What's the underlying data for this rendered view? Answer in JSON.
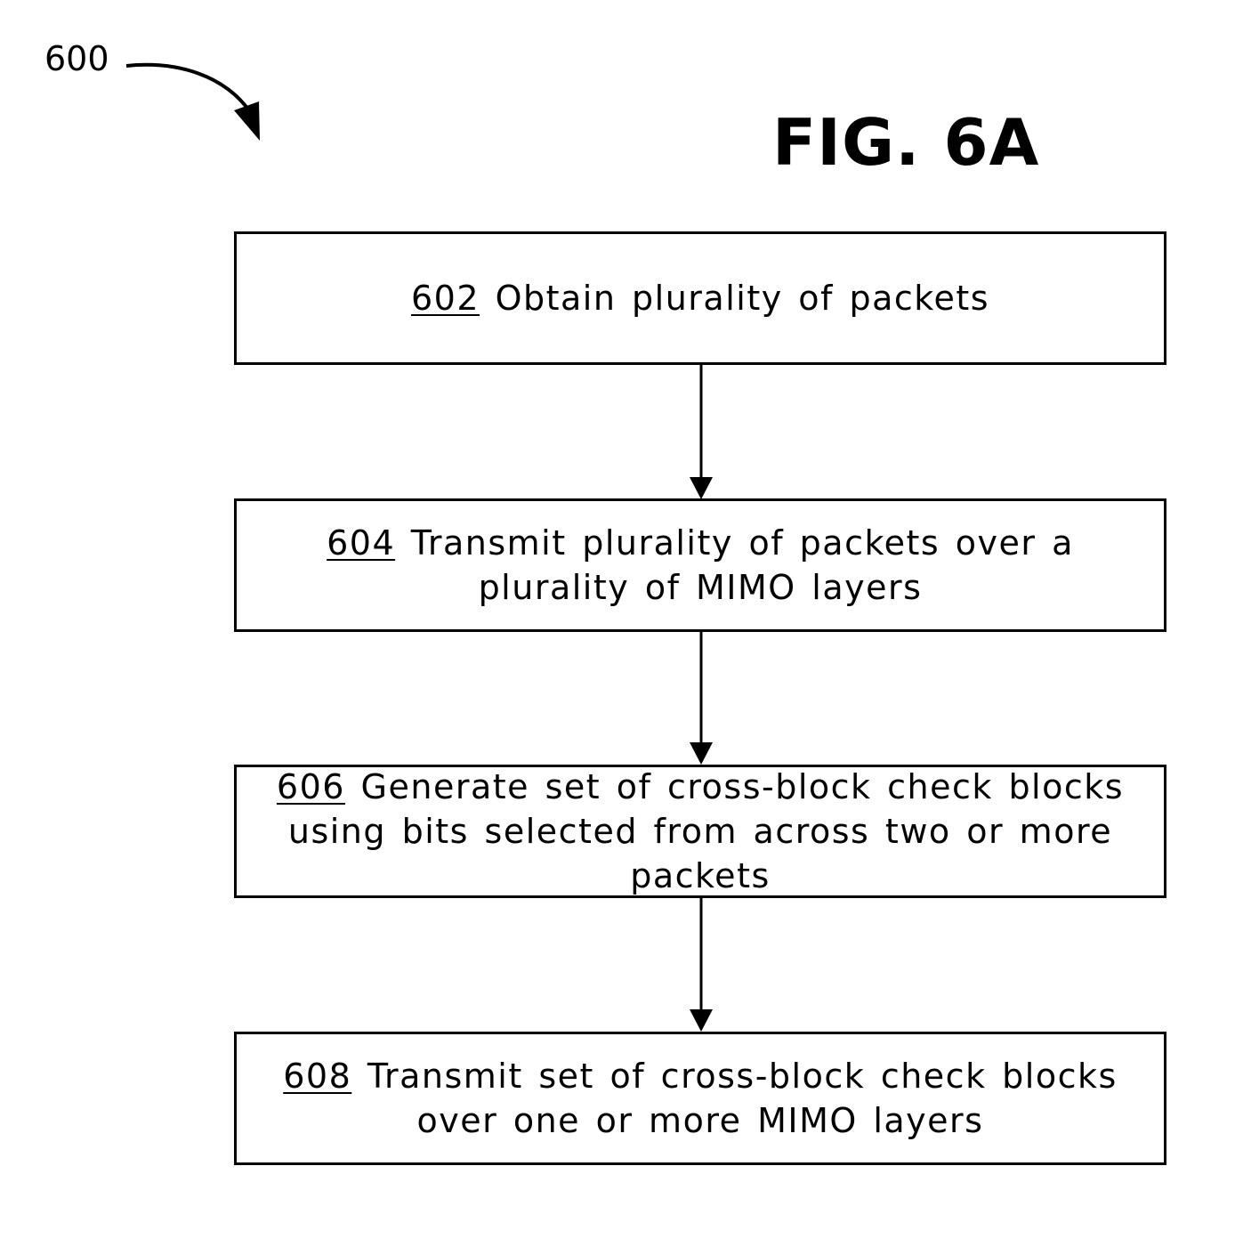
{
  "figure": {
    "reference_number": "600",
    "title": "FIG. 6A"
  },
  "steps": [
    {
      "number": "602",
      "text": "Obtain plurality of packets"
    },
    {
      "number": "604",
      "text": "Transmit plurality of packets over a plurality of MIMO layers"
    },
    {
      "number": "606",
      "text": "Generate set of cross-block check blocks using bits selected from across two or more packets"
    },
    {
      "number": "608",
      "text": "Transmit set of cross-block check blocks over one or more MIMO layers"
    }
  ]
}
